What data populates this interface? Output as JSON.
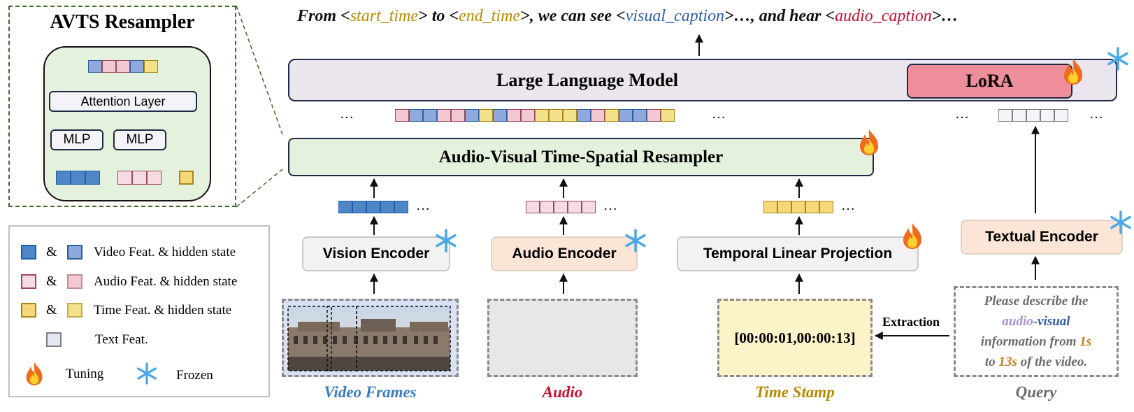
{
  "output_caption": {
    "from": "From <",
    "start_time": "start_time",
    "to": "> to <",
    "end_time": "end_time",
    "see": ">, we can see <",
    "visual_caption": "visual_caption",
    "hear": ">…, and hear <",
    "audio_caption": "audio_caption",
    "end": ">…"
  },
  "llm": {
    "label": "Large Language Model",
    "lora": "LoRA"
  },
  "resampler": {
    "label": "Audio-Visual Time-Spatial Resampler"
  },
  "encoders": {
    "vision": "Vision Encoder",
    "audio": "Audio Encoder",
    "temporal": "Temporal Linear Projection",
    "textual": "Textual Encoder"
  },
  "inputs": {
    "video": "Video Frames",
    "audio": "Audio",
    "time": "Time Stamp",
    "query": "Query",
    "timestamp_value": "[00:00:01,00:00:13]",
    "extraction": "Extraction",
    "query_text": {
      "l1": "Please describe the",
      "audio": "audio",
      "dash": "-",
      "visual": "visual",
      "l3": "information from ",
      "t1": "1s",
      "to": "to ",
      "t2": "13s",
      "l4": " of the video."
    }
  },
  "avts": {
    "title": "AVTS Resampler",
    "attention": "Attention Layer",
    "mlp1": "MLP",
    "mlp2": "MLP"
  },
  "legend": {
    "and": "&",
    "video": "Video Feat. & hidden state",
    "audio": "Audio Feat. & hidden state",
    "time": "Time Feat. & hidden state",
    "text": "Text Feat.",
    "tuning": "Tuning",
    "frozen": "Frozen"
  },
  "ellipsis": "…",
  "colors": {
    "video_feat": "#4f86c6",
    "video_hidden": "#8fa9dc",
    "audio_feat": "#f5dbe2",
    "audio_hidden": "#f2c9d3",
    "time_feat": "#f6d77a",
    "time_hidden": "#f3e08a",
    "text_feat": "#e3e8f4",
    "start_time": "#b88a00",
    "visual_caption": "#2f5eaa",
    "audio_caption": "#c8102e"
  }
}
